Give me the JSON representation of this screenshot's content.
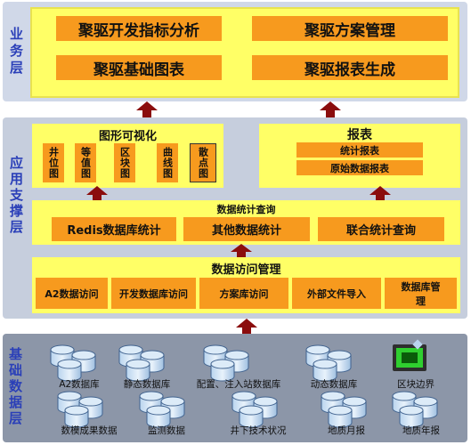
{
  "layers": {
    "business": {
      "label": "业务层",
      "items": [
        "聚驱开发指标分析",
        "聚驱方案管理",
        "聚驱基础图表",
        "聚驱报表生成"
      ]
    },
    "support": {
      "label": "应用支撑层",
      "graphics": {
        "title": "图形可视化",
        "items": [
          "井位图",
          "等值图",
          "区块图",
          "曲线图",
          "散点图"
        ]
      },
      "reports": {
        "title": "报表",
        "items": [
          "统计报表",
          "原始数据报表"
        ]
      },
      "query": {
        "title": "数据统计查询",
        "items": [
          "Redis数据库统计",
          "其他数据统计",
          "联合统计查询"
        ]
      },
      "access": {
        "title": "数据访问管理",
        "items": [
          "A2数据访问",
          "开发数据库访问",
          "方案库访问",
          "外部文件导入",
          "数据库管理"
        ]
      }
    },
    "base": {
      "label": "基础数据层",
      "top_row": [
        "A2数据库",
        "静态数据库",
        "配置、注入站数据库",
        "动态数据库",
        "区块边界"
      ],
      "bottom_row": [
        "数模成果数据",
        "监测数据",
        "井下技术状况",
        "地质月报",
        "地质年报"
      ]
    }
  },
  "colors": {
    "accent_arrow": "#8b0d0d",
    "box_yellow": "#ffff66",
    "box_orange": "#f79a1e",
    "label_blue": "#2a3fb8"
  }
}
